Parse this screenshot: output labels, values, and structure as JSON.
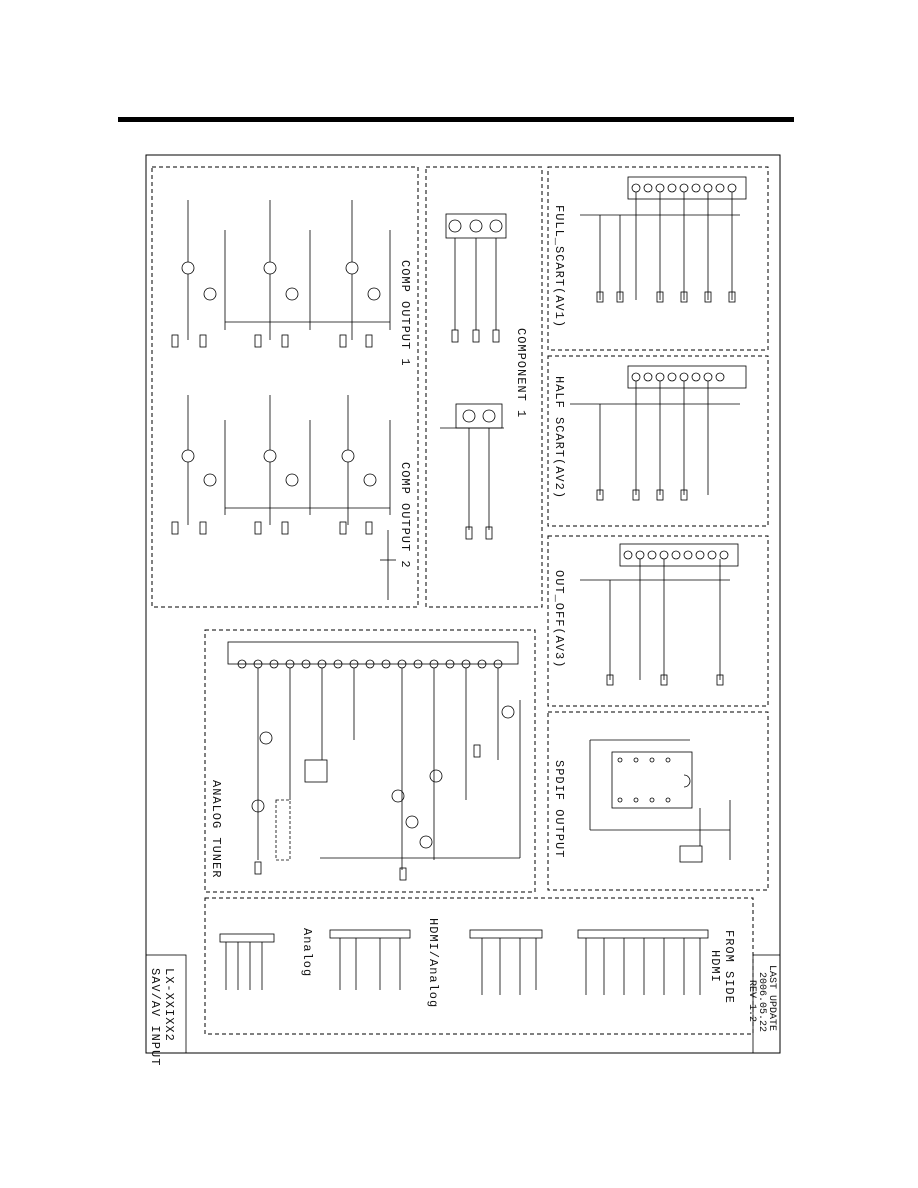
{
  "titles": {
    "comp_output_1": "COMP OUTPUT 1",
    "comp_output_2": "COMP OUTPUT 2",
    "component_1": "COMPONENT 1",
    "full_scart": "FULL_SCART(AV1)",
    "half_scart": "HALF SCART(AV2)",
    "out_off": "OUT_OFF(AV3)",
    "spdif_output": "SPDIF OUTPUT",
    "analog_tuner": "ANALOG TUNER",
    "from_side": "FROM SIDE",
    "hdmi": "HDMI",
    "hdmi_analog": "HDMI/Analog",
    "analog": "Analog"
  },
  "title_block": {
    "model": "LX-XXIXX2",
    "sheet": "SAV/AV INPUT",
    "last_update_label": "LAST UPDATE",
    "date": "2006.05.22",
    "rev": "REV 1.2"
  },
  "colors": {
    "ink": "#000000",
    "paper": "#ffffff"
  }
}
